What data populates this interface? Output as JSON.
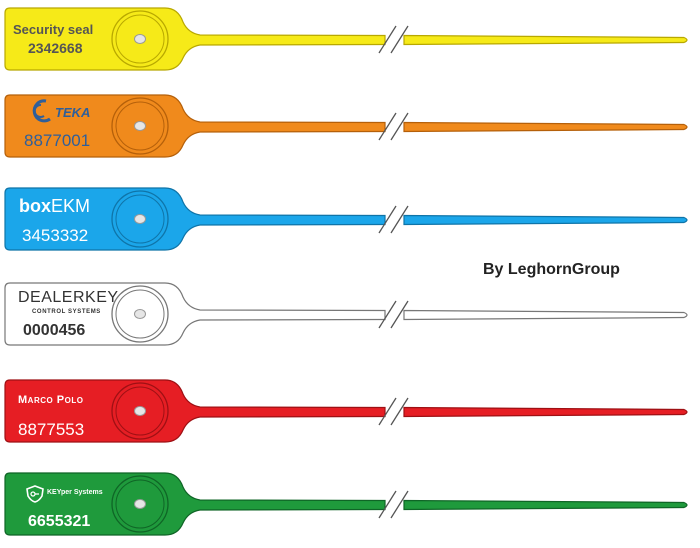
{
  "seals": [
    {
      "brand": "Security seal",
      "number": "2342668",
      "color": "#f6ea18",
      "stroke": "#b8a800",
      "text_color": "#555555"
    },
    {
      "brand": "TEKA",
      "number": "8877001",
      "color": "#f08a1c",
      "stroke": "#b5600a",
      "text_color": "#2f5f9a"
    },
    {
      "brand_a": "box",
      "brand_b": "EKM",
      "number": "3453332",
      "color": "#1ba6ea",
      "stroke": "#0f74a8",
      "text_color": "#ffffff"
    },
    {
      "brand": "DEALERKEY",
      "subtitle": "CONTROL SYSTEMS",
      "number": "0000456",
      "color": "#ffffff",
      "stroke": "#777777",
      "text_color": "#333333"
    },
    {
      "brand": "Marco Polo",
      "number": "8877553",
      "color": "#e61e24",
      "stroke": "#9e1014",
      "text_color": "#ffffff"
    },
    {
      "brand": "KEYper Systems",
      "number": "6655321",
      "color": "#1f9a3c",
      "stroke": "#0f6526",
      "text_color": "#ffffff"
    }
  ],
  "credit": "By LeghornGroup"
}
